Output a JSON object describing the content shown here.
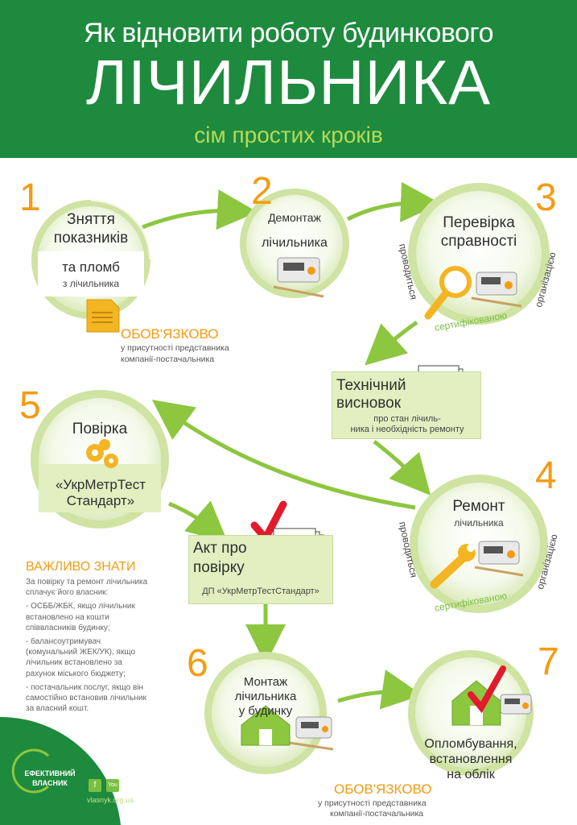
{
  "header": {
    "line1": "Як відновити роботу будинкового",
    "line2": "ЛІЧИЛЬНИКА",
    "line3": "сім простих кроків"
  },
  "steps": [
    {
      "num": "1",
      "line1": "Зняття",
      "line2": "показників",
      "line3": "та пломб",
      "line4": "з лічильника"
    },
    {
      "num": "2",
      "line1": "Демонтаж",
      "line2": "лічильника"
    },
    {
      "num": "3",
      "line1": "Перевірка",
      "line2": "справності"
    },
    {
      "num": "4",
      "line1": "Ремонт",
      "line2": "лічильника"
    },
    {
      "num": "5",
      "line1": "Повірка",
      "line2": "«УкрМетрТест",
      "line3": "Стандарт»"
    },
    {
      "num": "6",
      "line1": "Монтаж",
      "line2": "лічильника",
      "line3": "у будинку"
    },
    {
      "num": "7",
      "line1": "Опломбування,",
      "line2": "встановлення",
      "line3": "на облік"
    }
  ],
  "mandatory": {
    "title": "ОБОВ'ЯЗКОВО",
    "line1": "у присутності представника",
    "line2": "компанії-постачальника"
  },
  "conducted_by": {
    "word1": "проводиться",
    "word2": "сертифікованою",
    "word3": "організацією"
  },
  "tech_report": {
    "title1": "Технічний",
    "title2": "висновок",
    "line1": "про стан лічиль-",
    "line2": "ника і необхідність ремонту"
  },
  "act": {
    "title1": "Акт про",
    "title2": "повірку",
    "line1": "ДП «УкрМетрТестСтандарт»"
  },
  "important": {
    "title": "ВАЖЛИВО ЗНАТИ",
    "intro": "За повірку та ремонт лічильника сплачує його власник:",
    "item1": "- ОСББ/ЖБК, якщо лічильник встановлено на кошти співвласників будинку;",
    "item2": "- балансоутримувач (комунальний ЖЕК/УК), якщо лічильник встановлено за рахунок міського бюджету;",
    "item3": "- постачальник послуг, якщо він самостійно встановив лічильник за власний кошт."
  },
  "brand": {
    "line1": "ЕФЕКТИВНИЙ",
    "line2": "ВЛАСНИК",
    "site": "vlasnyk.org.ua",
    "fb": "f",
    "yt": "You"
  },
  "colors": {
    "header_green": "#1e8a3e",
    "lime": "#b6d957",
    "orange": "#f39c12",
    "ring": "#8dc63f"
  }
}
